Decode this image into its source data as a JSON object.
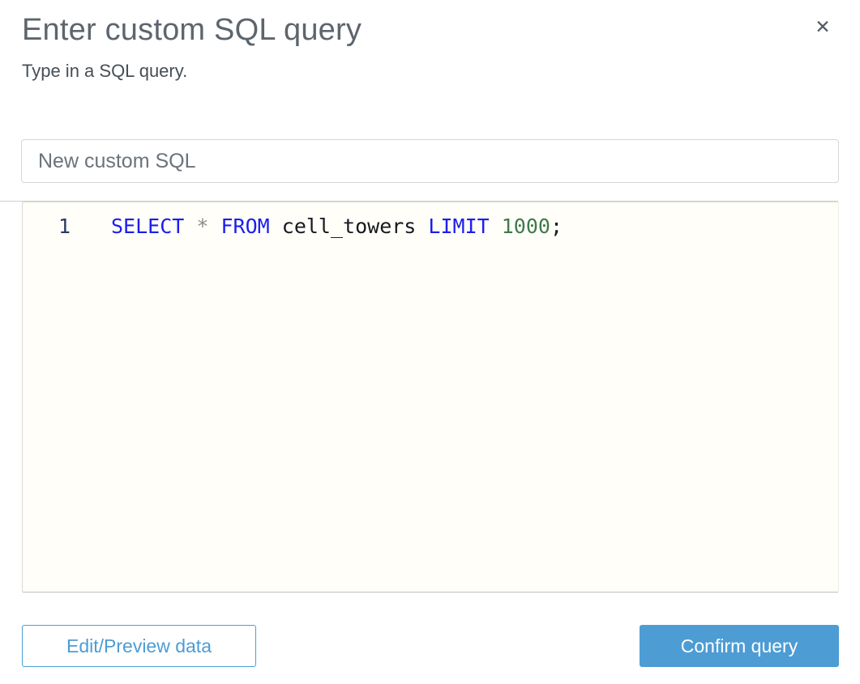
{
  "modal": {
    "title": "Enter custom SQL query",
    "subtitle": "Type in a SQL query.",
    "close_icon_glyph": "✕"
  },
  "name_input": {
    "value": "New custom SQL"
  },
  "sql_editor": {
    "full_query": "SELECT * FROM cell_towers LIMIT 1000;",
    "lines": [
      {
        "number": "1",
        "tokens": [
          {
            "text": "SELECT",
            "type": "keyword"
          },
          {
            "text": " ",
            "type": "plain"
          },
          {
            "text": "*",
            "type": "operator"
          },
          {
            "text": " ",
            "type": "plain"
          },
          {
            "text": "FROM",
            "type": "keyword"
          },
          {
            "text": " ",
            "type": "plain"
          },
          {
            "text": "cell_towers",
            "type": "identifier"
          },
          {
            "text": " ",
            "type": "plain"
          },
          {
            "text": "LIMIT",
            "type": "keyword"
          },
          {
            "text": " ",
            "type": "plain"
          },
          {
            "text": "1000",
            "type": "number"
          },
          {
            "text": ";",
            "type": "punctuation"
          }
        ]
      }
    ]
  },
  "footer": {
    "edit_preview_button": "Edit/Preview data",
    "confirm_button": "Confirm query"
  },
  "colors": {
    "accent_blue": "#4d9cd4",
    "keyword_blue": "#1a1ef0",
    "number_green": "#3f7a4d",
    "editor_background": "#fffef8",
    "title_gray": "#5d656d"
  }
}
